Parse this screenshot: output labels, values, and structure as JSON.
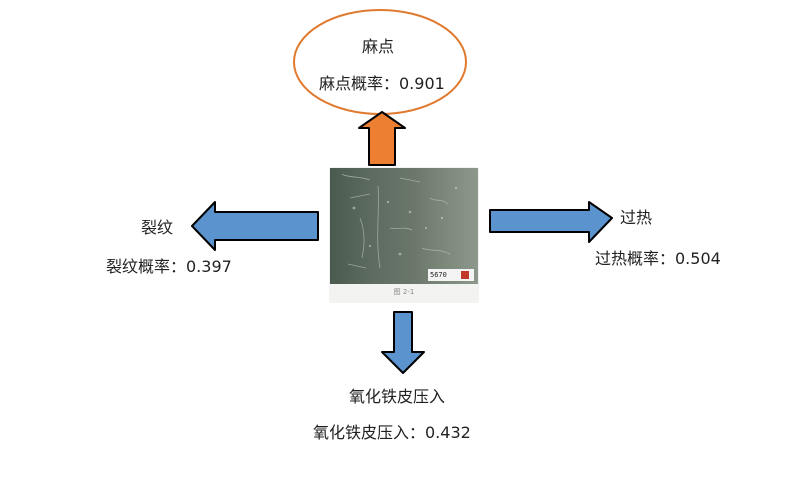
{
  "nodes": {
    "top": {
      "title": "麻点",
      "prob_label": "麻点概率：0.901"
    },
    "left": {
      "title": "裂纹",
      "prob_label": "裂纹概率：0.397"
    },
    "right": {
      "title": "过热",
      "prob_label": "过热概率：0.504"
    },
    "bottom": {
      "title": "氧化铁皮压入",
      "prob_label": "氧化铁皮压入：0.432"
    }
  },
  "center_image": {
    "ruler_text": "5670",
    "caption": "图 2-1"
  },
  "colors": {
    "blue_arrow": "#5b93cf",
    "orange_arrow": "#ec7f32",
    "ellipse_stroke": "#e07a2f",
    "arrow_outline": "#000000"
  }
}
